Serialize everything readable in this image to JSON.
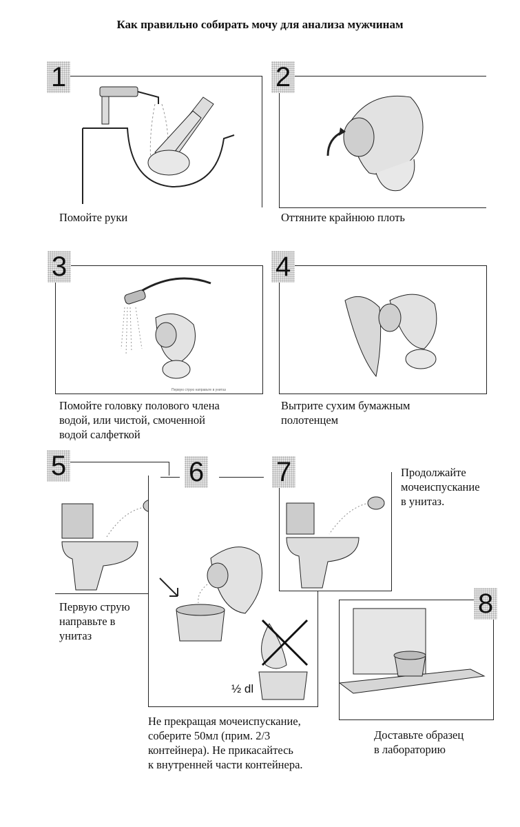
{
  "title": "Как правильно собирать мочу для анализа мужчинам",
  "steps": [
    {
      "number": "1",
      "caption": "Помойте руки"
    },
    {
      "number": "2",
      "caption": "Оттяните крайнюю плоть"
    },
    {
      "number": "3",
      "caption_lines": [
        "Помойте головку полового члена",
        "водой, или чистой, смоченной",
        "водой салфеткой"
      ],
      "tiny_text": "Первую струю направьте в унитаз"
    },
    {
      "number": "4",
      "caption_lines": [
        "Вытрите сухим бумажным",
        "полотенцем"
      ]
    },
    {
      "number": "5",
      "caption_lines": [
        "Первую струю",
        "направьте в",
        "унитаз"
      ]
    },
    {
      "number": "6",
      "caption_lines": [
        "Не прекращая мочеиспускание,",
        "соберите 50мл (прим. 2/3",
        "контейнера). Не прикасайтесь",
        "к внутренней части контейнера."
      ],
      "volume_label": "½ dl"
    },
    {
      "number": "7",
      "caption_lines": [
        "Продолжайте",
        "мочеиспускание",
        "в унитаз."
      ]
    },
    {
      "number": "8",
      "caption_lines": [
        "Доставьте образец",
        "в лабораторию"
      ]
    }
  ]
}
